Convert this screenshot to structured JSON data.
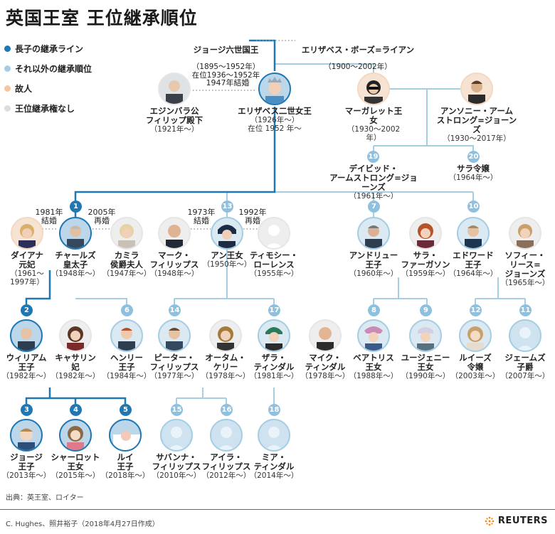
{
  "title": "英国王室 王位継承順位",
  "legend": [
    {
      "label": "長子の継承ライン",
      "color": "#1f78b4"
    },
    {
      "label": "それ以外の継承順位",
      "color": "#a6cee3"
    },
    {
      "label": "故人",
      "color": "#f4c7a1"
    },
    {
      "label": "王位継承権なし",
      "color": "#dddddd"
    }
  ],
  "top": {
    "george6": {
      "name": "ジョージ六世国王",
      "years": "（1895〜1952年）\n在位1936〜1952年"
    },
    "elizabeth_bl": {
      "name": "エリザベス・ボーズ=ライアン",
      "years": "（1900〜2002年）"
    }
  },
  "notes": {
    "m1947": "1947年結婚",
    "m1981": "1981年\n結婚",
    "m2005": "2005年\n再婚",
    "m1973": "1973年\n結婚",
    "m1992": "1992年\n再婚"
  },
  "people": {
    "philip": {
      "name": "エジンバラ公\nフィリップ殿下",
      "years": "（1921年〜）"
    },
    "queen": {
      "name": "エリザベス二世女王",
      "years": "（1926年〜）\n在位 1952 年〜"
    },
    "margaret": {
      "name": "マーガレット王女",
      "years": "（1930〜2002年）"
    },
    "antony": {
      "name": "アンソニー・アーム\nストロング=ジョーンズ",
      "years": "（1930〜2017年）"
    },
    "david": {
      "name": "デイビッド・\nアームストロング=ジョーンズ",
      "years": "（1961年〜）",
      "rank": "19"
    },
    "sarah_c": {
      "name": "サラ令嬢",
      "years": "（1964年〜）",
      "rank": "20"
    },
    "diana": {
      "name": "ダイアナ\n元妃",
      "years": "（1961〜\n1997年）"
    },
    "charles": {
      "name": "チャールズ\n皇太子",
      "years": "（1948年〜）",
      "rank": "1"
    },
    "camilla": {
      "name": "カミラ\n侯爵夫人",
      "years": "（1947年〜）"
    },
    "mark": {
      "name": "マーク・\nフィリップス",
      "years": "（1948年〜）"
    },
    "anne": {
      "name": "アン王女",
      "years": "（1950年〜）",
      "rank": "13"
    },
    "timothy": {
      "name": "ティモシー・\nローレンス",
      "years": "（1955年〜）"
    },
    "andrew": {
      "name": "アンドリュー\n王子",
      "years": "（1960年〜）",
      "rank": "7"
    },
    "sarah_f": {
      "name": "サラ・\nファーガソン",
      "years": "（1959年〜）"
    },
    "edward": {
      "name": "エドワード\n王子",
      "years": "（1964年〜）",
      "rank": "10"
    },
    "sophie": {
      "name": "ソフィー・\nリース=\nジョーンズ",
      "years": "（1965年〜）"
    },
    "william": {
      "name": "ウィリアム\n王子",
      "years": "（1982年〜）",
      "rank": "2"
    },
    "catherine": {
      "name": "キャサリン\n妃",
      "years": "（1982年〜）"
    },
    "harry": {
      "name": "ヘンリー\n王子",
      "years": "（1984年〜）",
      "rank": "6"
    },
    "peter": {
      "name": "ピーター・\nフィリップス",
      "years": "（1977年〜）",
      "rank": "14"
    },
    "autumn": {
      "name": "オータム・\nケリー",
      "years": "（1978年〜）"
    },
    "zara": {
      "name": "ザラ・\nティンダル",
      "years": "（1981年〜）",
      "rank": "17"
    },
    "mike": {
      "name": "マイク・\nティンダル",
      "years": "（1978年〜）"
    },
    "beatrice": {
      "name": "ベアトリス\n王女",
      "years": "（1988年〜）",
      "rank": "8"
    },
    "eugenie": {
      "name": "ユージェニー\n王女",
      "years": "（1990年〜）",
      "rank": "9"
    },
    "louise": {
      "name": "ルイーズ\n令嬢",
      "years": "（2003年〜）",
      "rank": "12"
    },
    "james": {
      "name": "ジェームズ\n子爵",
      "years": "（2007年〜）",
      "rank": "11"
    },
    "george": {
      "name": "ジョージ\n王子",
      "years": "（2013年〜）",
      "rank": "3"
    },
    "charlotte": {
      "name": "シャーロット\n王女",
      "years": "（2015年〜）",
      "rank": "4"
    },
    "louis": {
      "name": "ルイ\n王子",
      "years": "（2018年〜）",
      "rank": "5"
    },
    "savannah": {
      "name": "サバンナ・\nフィリップス",
      "years": "（2010年〜）",
      "rank": "15"
    },
    "isla": {
      "name": "アイラ・\nフィリップス",
      "years": "（2012年〜）",
      "rank": "16"
    },
    "mia": {
      "name": "ミア・\nティンダル",
      "years": "（2014年〜）",
      "rank": "18"
    }
  },
  "source": "出典：英王室、ロイター",
  "credit": "C. Hughes、照井裕子（2018年4月27日作成）",
  "brand": "REUTERS"
}
